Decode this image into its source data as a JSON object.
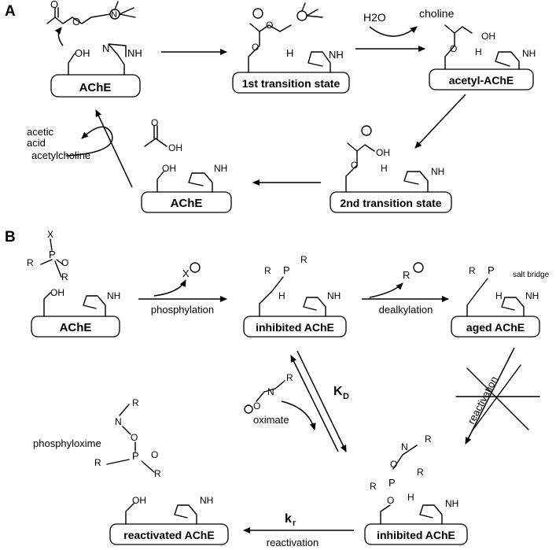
{
  "panelA": {
    "label": "A",
    "box_ache": "AChE",
    "box_ts1": "1st transition state",
    "box_acetyl": "acetyl-AChE",
    "box_ts2": "2nd transition state",
    "box_ache2": "AChE",
    "water": "H2O",
    "choline": "choline",
    "acetic_acid_1": "acetic",
    "acetic_acid_2": "acid",
    "acetylcholine": "acetylcholine",
    "oh": "OH",
    "nh": "NH",
    "n": "N",
    "h": "H",
    "o": "O",
    "nplus": "N"
  },
  "panelB": {
    "label": "B",
    "box_ache": "AChE",
    "box_inhibited": "inhibited AChE",
    "box_aged": "aged AChE",
    "box_inhibited2": "inhibited AChE",
    "box_reactivated": "reactivated AChE",
    "x_minus": "X",
    "r2_plus": "R",
    "phosphylation": "phosphylation",
    "dealkylation": "dealkylation",
    "salt_bridge": "salt bridge",
    "kd": "K",
    "kd_sub": "D",
    "kr": "k",
    "kr_sub": "r",
    "oximate": "oximate",
    "phosphyloxime": "phosphyloxime",
    "reactivation_cross": "reactivation",
    "reactivation": "reactivation",
    "x": "X",
    "r": "R",
    "r1": "R",
    "r2": "R",
    "p": "P",
    "o": "O",
    "oh": "OH",
    "nh": "NH",
    "n": "N",
    "h": "H"
  }
}
